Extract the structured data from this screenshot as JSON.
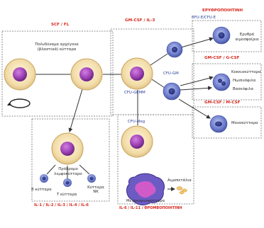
{
  "labels": {
    "scf_fl": "SCF / FL",
    "gm_csf_il3": "GM-CSF / IL-3",
    "erythropoietin": "ΕΡΥΘΡΟΠΟΙΗΤΙΝΗ",
    "gm_csf_g_csf": "GM-CSF / G-CSF",
    "gm_csf_m_csf": "GM-CSF / M-CSF",
    "il_lymphoid": "IL-1 / IL-2 / IL-3 / IL-4 / IL-6",
    "il6_il11_tpo": "IL-6 / IL-11 / ΘΡΟΜΒΟΠΟΙΗΤΙΝΗ",
    "bfu_cfu": "BFU-E/CFU-E",
    "cfu_gm": "CFU-GM",
    "cfu_gemm": "CFU-GEMM",
    "cfu_meg": "CFU-Meg",
    "stem_cells": "Πολυδύναμα αρχέγονα (βλαστικά) κύτταρα",
    "lymphoid_progenitor": "Πρόδρομο λεμφοκύτταρο",
    "b_cells": "Β κύτταρα",
    "t_cells": "Τ κύτταρα",
    "nk_cells": "Κύτταρα ΝΚ",
    "erythrocytes": "Ερυθρά αιμοσφαίρια",
    "granulocytes": "Κοκκιοκύτταρα",
    "neutrophils": "Ηωσινόφιλα",
    "basophils": "Βασεόφιλα",
    "monocytes": "Μονοκύτταρα",
    "megakaryocytes": "Μεγακαρυοκύτταρα",
    "platelets": "Αιμοπετάλια"
  },
  "colors": {
    "cell_outer": "#f3dfae",
    "cell_nucleus": "#9b3fae",
    "blue_cell": "#6a78c4",
    "frame": "#6e6e6e",
    "red_text": "#d8261c"
  }
}
